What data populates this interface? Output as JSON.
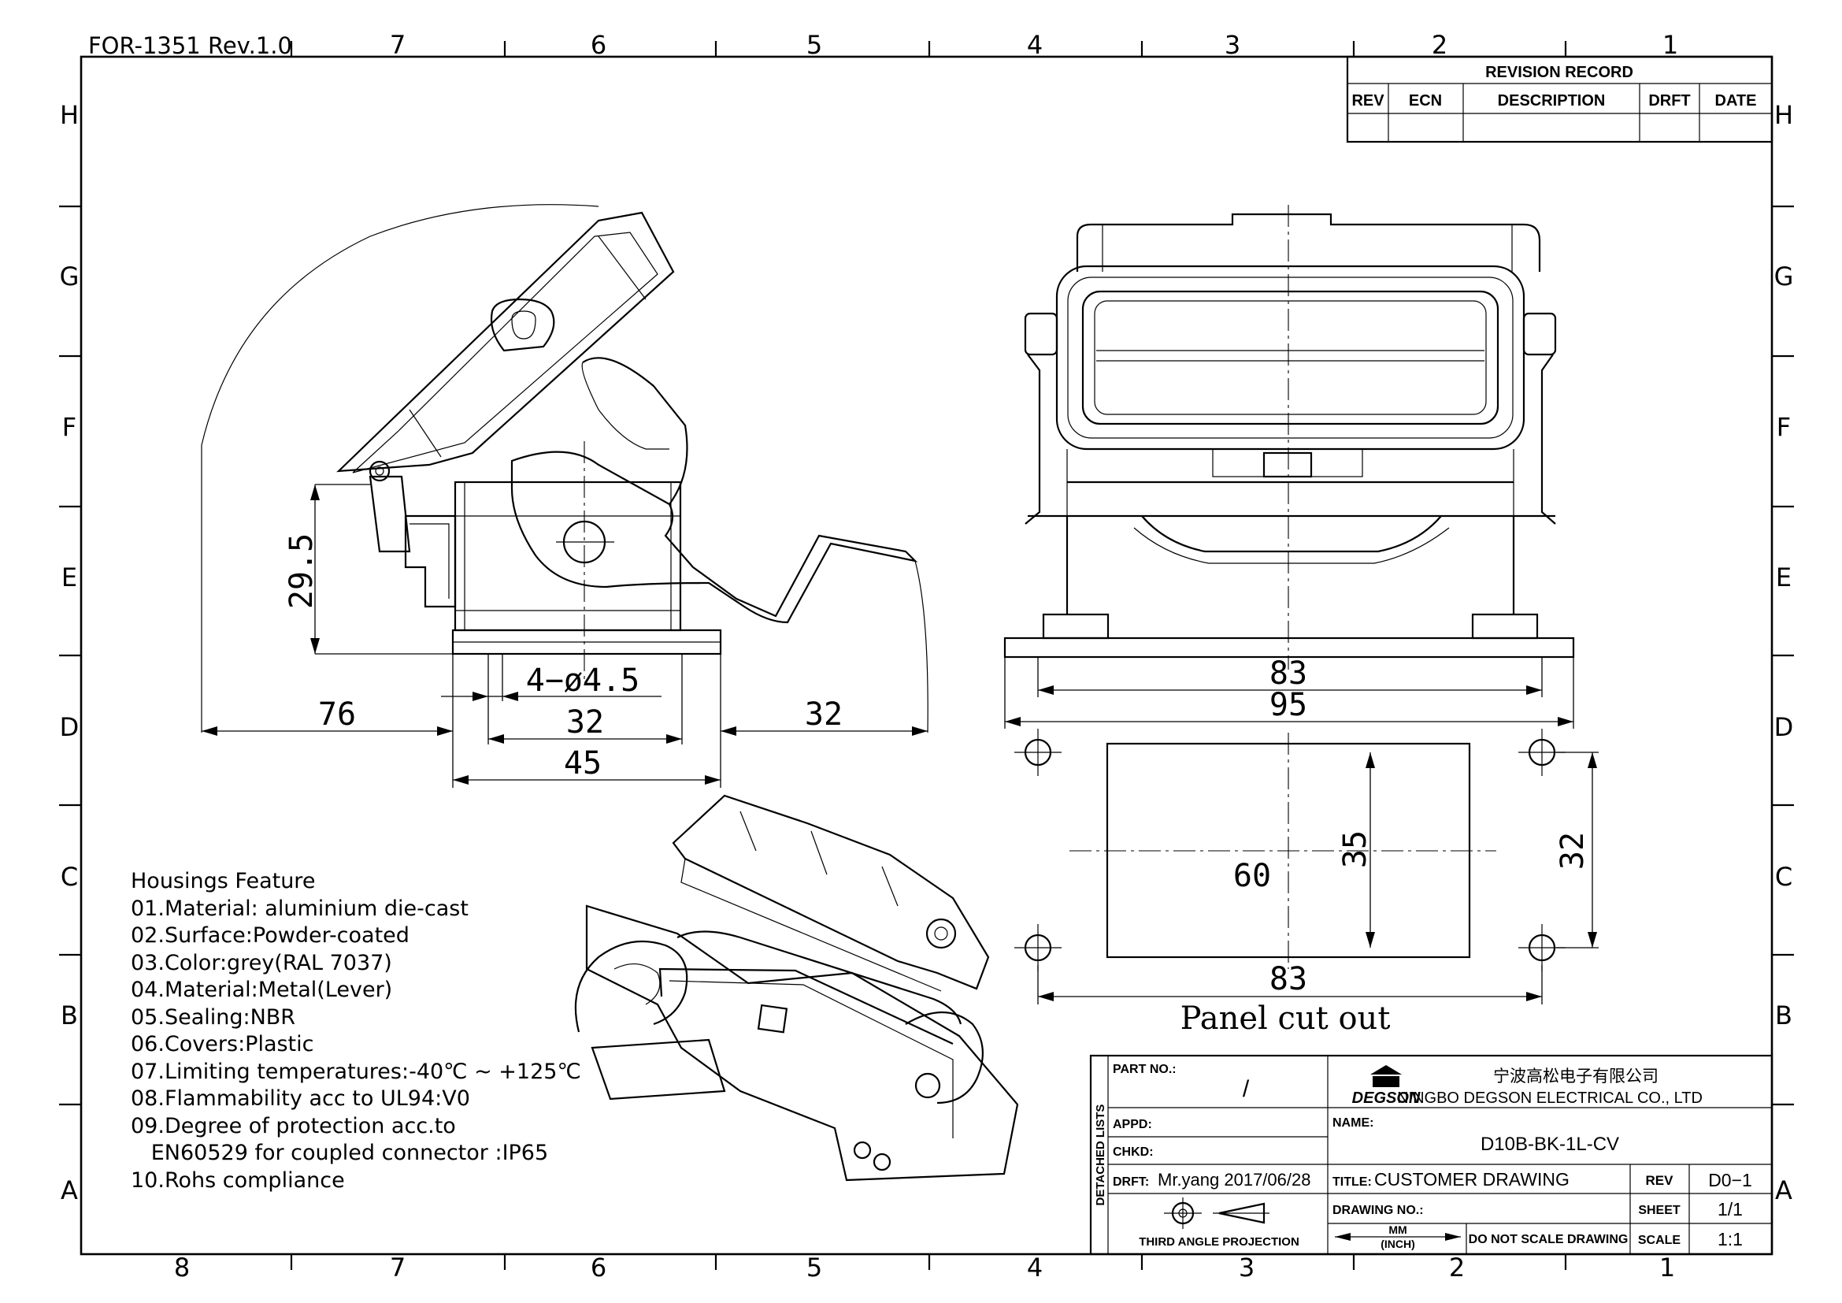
{
  "form_id": "FOR-1351  Rev.1.0",
  "zones_top": [
    "7",
    "6",
    "5",
    "4",
    "3",
    "2",
    "1"
  ],
  "zones_bottom": [
    "8",
    "7",
    "6",
    "5",
    "4",
    "3",
    "2",
    "1"
  ],
  "zones_side": [
    "H",
    "G",
    "F",
    "E",
    "D",
    "C",
    "B",
    "A"
  ],
  "revision": {
    "title": "REVISION  RECORD",
    "headers": [
      "REV",
      "ECN",
      "DESCRIPTION",
      "DRFT",
      "DATE"
    ]
  },
  "dimensions": {
    "side_height": "29.5",
    "holes": "4−ø4.5",
    "side_width_inner": "32",
    "side_width_outer": "45",
    "lever_swing_left": "76",
    "lever_swing_right": "32",
    "front_inner": "83",
    "front_outer": "95",
    "cutout_hole_spacing": "83",
    "cutout_width": "60",
    "cutout_height": "35",
    "cutout_hole_vertical": "32",
    "panel_label": "Panel  cut  out"
  },
  "features": {
    "title": "Housings Feature",
    "items": [
      "01.Material: aluminium die-cast",
      "02.Surface:Powder-coated",
      "03.Color:grey(RAL 7037)",
      "04.Material:Metal(Lever)",
      "05.Sealing:NBR",
      "06.Covers:Plastic",
      "07.Limiting temperatures:-40℃ ~ +125℃",
      "08.Flammability acc to UL94:V0",
      "09.Degree of protection acc.to",
      "   EN60529 for coupled connector :IP65",
      "10.Rohs compliance"
    ]
  },
  "title_block": {
    "part_no_label": "PART NO.:",
    "part_no": "/",
    "company_cn": "宁波高松电子有限公司",
    "company_en": "NINGBO DEGSON ELECTRICAL CO., LTD",
    "logo": "DEGSON",
    "detached_lists": "DETACHED  LISTS",
    "appd_label": "APPD:",
    "chkd_label": "CHKD:",
    "drft_label": "DRFT:",
    "drft_value": "Mr.yang  2017/06/28",
    "name_label": "NAME:",
    "name_value": "D10B-BK-1L-CV",
    "title_label": "TITLE:",
    "title_value": "CUSTOMER  DRAWING",
    "rev_label": "REV",
    "rev_value": "D0−1",
    "drawing_no_label": "DRAWING NO.:",
    "sheet_label": "SHEET",
    "sheet_value": "1/1",
    "scale_label": "SCALE",
    "scale_value": "1:1",
    "projection": "THIRD  ANGLE  PROJECTION",
    "units_top": "MM",
    "units_bottom": "(INCH)",
    "no_scale": "DO NOT SCALE DRAWING"
  }
}
